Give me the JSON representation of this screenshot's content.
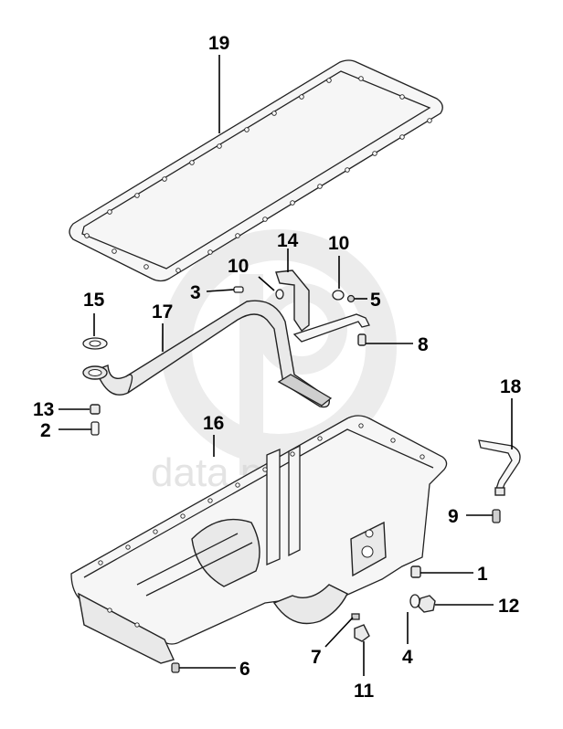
{
  "watermark": {
    "text": "data  parts",
    "color": "#cfcfcf"
  },
  "callouts": [
    {
      "id": "19",
      "label": "19"
    },
    {
      "id": "14",
      "label": "14"
    },
    {
      "id": "10a",
      "label": "10"
    },
    {
      "id": "10b",
      "label": "10"
    },
    {
      "id": "3",
      "label": "3"
    },
    {
      "id": "5",
      "label": "5"
    },
    {
      "id": "15",
      "label": "15"
    },
    {
      "id": "17",
      "label": "17"
    },
    {
      "id": "8",
      "label": "8"
    },
    {
      "id": "13",
      "label": "13"
    },
    {
      "id": "2",
      "label": "2"
    },
    {
      "id": "16",
      "label": "16"
    },
    {
      "id": "18",
      "label": "18"
    },
    {
      "id": "9",
      "label": "9"
    },
    {
      "id": "1",
      "label": "1"
    },
    {
      "id": "12",
      "label": "12"
    },
    {
      "id": "4",
      "label": "4"
    },
    {
      "id": "7",
      "label": "7"
    },
    {
      "id": "6",
      "label": "6"
    },
    {
      "id": "11",
      "label": "11"
    }
  ]
}
